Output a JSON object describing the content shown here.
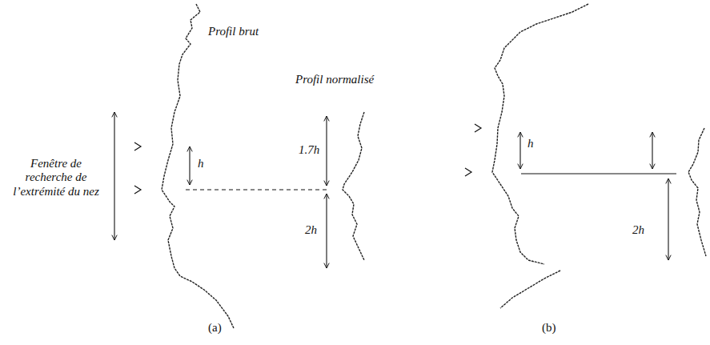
{
  "diagram": {
    "labels": [
      "Profil brut",
      "Profil normalisé",
      "Fenêtre de recherche de l’extrémité du nez",
      "h",
      "1.7h",
      "2h",
      "(a)",
      "h",
      "2h",
      "(b)"
    ]
  }
}
